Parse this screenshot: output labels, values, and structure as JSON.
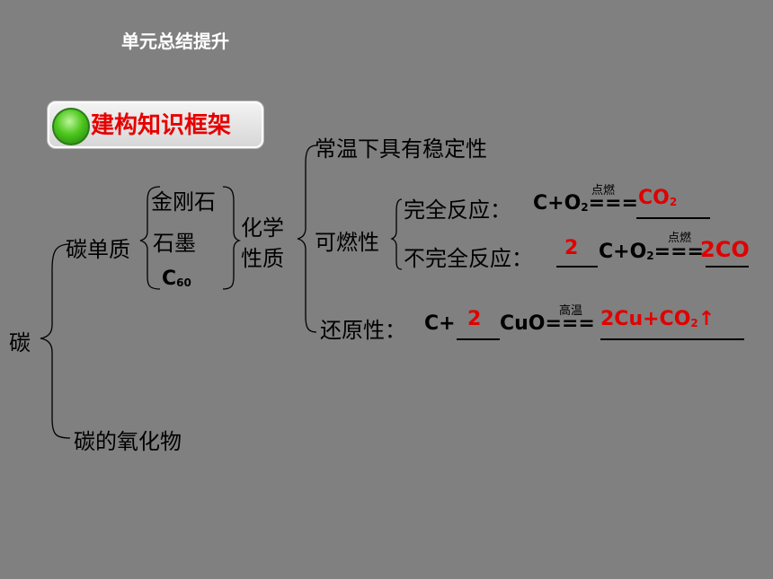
{
  "header": "单元总结提升",
  "badge": "建构知识框架",
  "root": "碳",
  "branch1": "碳单质",
  "allotropes": {
    "diamond": "金刚石",
    "graphite": "石墨",
    "c": "C",
    "c_sub": "60"
  },
  "branch2": "碳的氧化物",
  "chem_prop": {
    "line1": "化学",
    "line2": "性质"
  },
  "stability": "常温下具有稳定性",
  "flammability": "可燃性",
  "complete": {
    "label": "完全反应：",
    "lhs": "C+O",
    "lhs_sub": "2",
    "eq": "===",
    "cond": "点燃",
    "ans_main": "CO",
    "ans_sub": "2"
  },
  "incomplete": {
    "label": "不完全反应：",
    "coef_ans": "2",
    "lhs": "C+O",
    "lhs_sub": "2",
    "eq": "===",
    "cond": "点燃",
    "ans": "2CO"
  },
  "reduction": {
    "label": "还原性：",
    "lhs1": "C+",
    "coef_ans": "2",
    "lhs2": "CuO",
    "eq": "===",
    "cond": "高温",
    "ans1": "2Cu+CO",
    "ans_sub": "2",
    "ans_arrow": "↑"
  }
}
